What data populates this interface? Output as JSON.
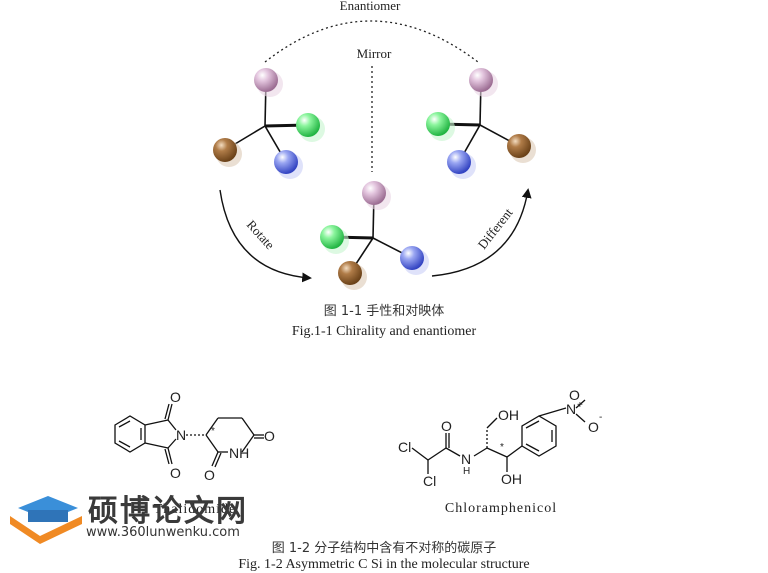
{
  "figure1": {
    "label_enantiomer": "Enantiomer",
    "label_mirror": "Mirror",
    "label_rotate": "Rotate",
    "label_different": "Different",
    "caption_cn": "图 1-1 手性和对映体",
    "caption_en": "Fig.1-1 Chirality and enantiomer",
    "colors": {
      "pink": "#c9a1c2",
      "green": "#5fe87a",
      "blue": "#6b7de6",
      "brown": "#9a6a3a"
    }
  },
  "figure2": {
    "thalidomide": {
      "name": "Thalidomide",
      "atom_o": "O",
      "atom_n": "N",
      "atom_nh": "NH",
      "stereo_mark": "*"
    },
    "chloramphenicol": {
      "name": "Chloramphenicol",
      "atom_cl": "Cl",
      "atom_o": "O",
      "atom_n": "N",
      "atom_h": "H",
      "atom_oh": "OH",
      "atom_n_plus": "+",
      "atom_o_minus": "-",
      "stereo_mark": "*"
    },
    "caption_cn": "图 1-2  分子结构中含有不对称的碳原子",
    "caption_en": "Fig. 1-2 Asymmetric C  Si in the molecular structure"
  },
  "watermark": {
    "brand_cn": "硕博论文网",
    "url": "www.360lunwenku.com"
  }
}
